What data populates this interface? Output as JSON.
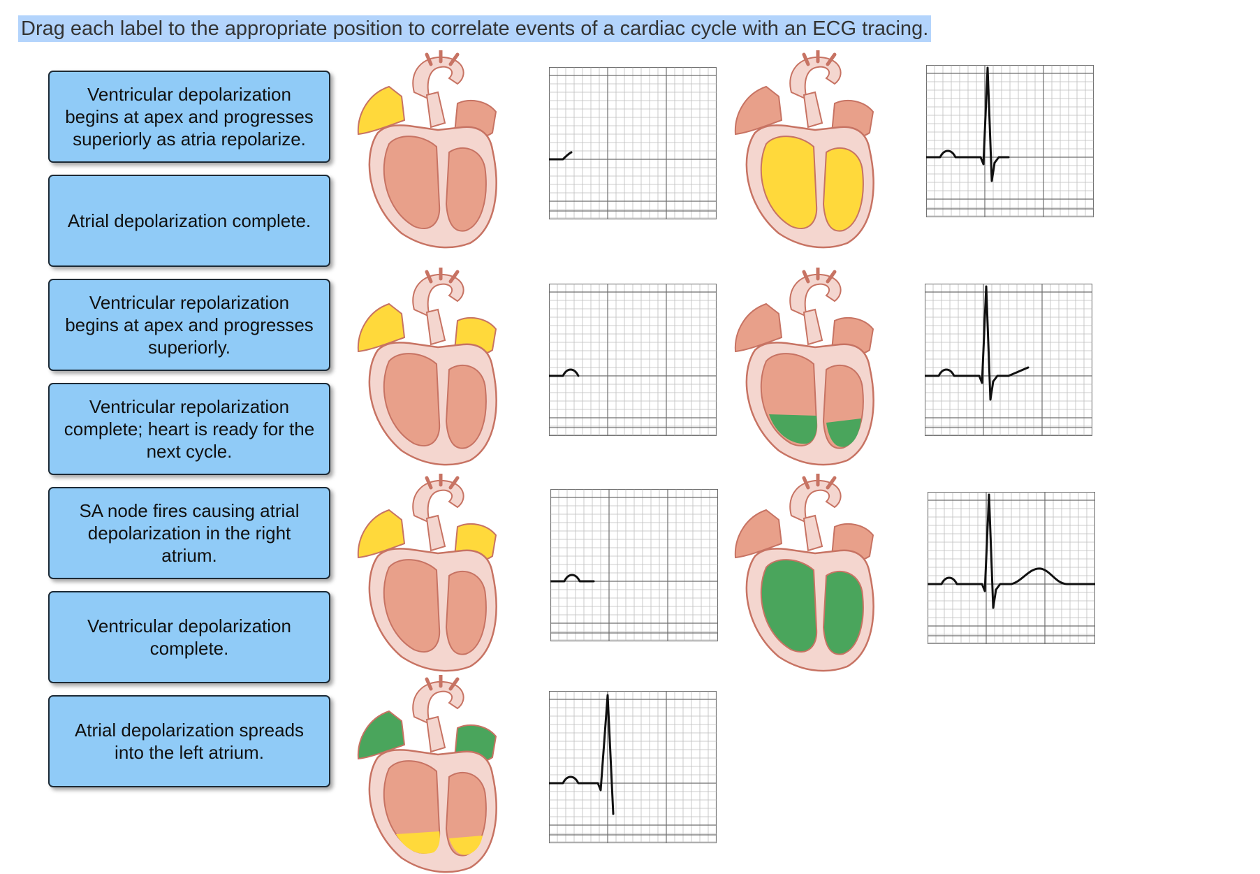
{
  "instruction": "Drag each label to the appropriate position to correlate events of a cardiac cycle with an ECG tracing.",
  "labels": [
    {
      "text": "Ventricular depolarization begins at apex and progresses superiorly as atria repolarize."
    },
    {
      "text": "Atrial depolarization complete."
    },
    {
      "text": "Ventricular repolarization begins at apex and progresses superiorly."
    },
    {
      "text": "Ventricular repolarization complete; heart is ready for the next cycle."
    },
    {
      "text": "SA node fires causing atrial depolarization in the right atrium."
    },
    {
      "text": "Ventricular depolarization complete."
    },
    {
      "text": "Atrial depolarization spreads into the left atrium."
    }
  ],
  "colors": {
    "label_bg": "#90cbf7",
    "depolarized": "#ffd93b",
    "repolarized": "#4aa55c",
    "heart_muscle": "#e8a08a",
    "instruction_highlight": "#b3d4fc"
  },
  "stages": [
    {
      "name": "stage-1",
      "atria": "right-depolarizing",
      "ventricles": "resting",
      "ecg": "p-start"
    },
    {
      "name": "stage-2",
      "atria": "resting",
      "ventricles": "depolarized",
      "ecg": "st-segment"
    },
    {
      "name": "stage-3",
      "atria": "depolarized",
      "ventricles": "resting",
      "ecg": "p-wave"
    },
    {
      "name": "stage-4",
      "atria": "resting",
      "ventricles": "repolarizing",
      "ecg": "t-start"
    },
    {
      "name": "stage-5",
      "atria": "depolarized",
      "ventricles": "resting",
      "ecg": "pr-segment"
    },
    {
      "name": "stage-6",
      "atria": "resting",
      "ventricles": "repolarized",
      "ecg": "full-cycle"
    },
    {
      "name": "stage-7",
      "atria": "repolarized",
      "ventricles": "depolarizing",
      "ecg": "qrs"
    }
  ]
}
